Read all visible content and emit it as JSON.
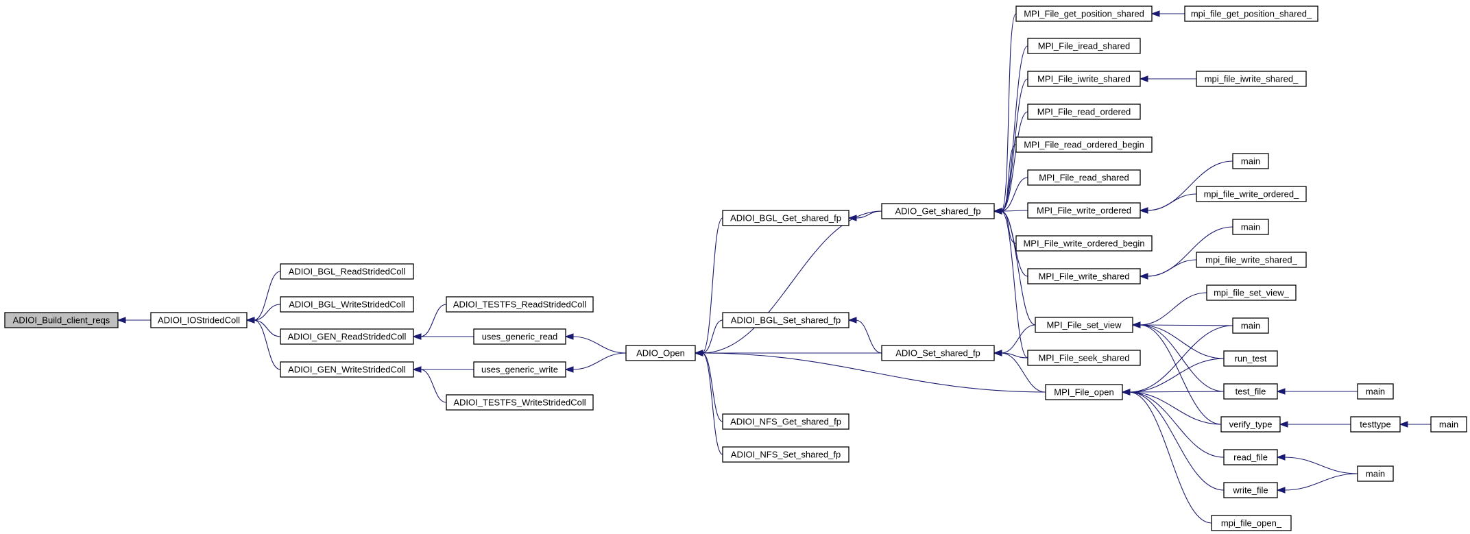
{
  "diagram": {
    "type": "call-graph",
    "colors": {
      "edge": "#191970",
      "node_border": "#000000",
      "node_fill": "#ffffff",
      "root_fill": "#bfbfbf"
    },
    "nodes": [
      {
        "id": "n0",
        "label": "ADIOI_Build_client_reqs",
        "root": true
      },
      {
        "id": "n1",
        "label": "ADIOI_IOStridedColl"
      },
      {
        "id": "n2",
        "label": "ADIOI_BGL_ReadStridedColl"
      },
      {
        "id": "n3",
        "label": "ADIOI_BGL_WriteStridedColl"
      },
      {
        "id": "n4",
        "label": "ADIOI_GEN_ReadStridedColl"
      },
      {
        "id": "n5",
        "label": "ADIOI_GEN_WriteStridedColl"
      },
      {
        "id": "n6",
        "label": "ADIOI_TESTFS_ReadStridedColl"
      },
      {
        "id": "n7",
        "label": "uses_generic_read"
      },
      {
        "id": "n8",
        "label": "uses_generic_write"
      },
      {
        "id": "n9",
        "label": "ADIOI_TESTFS_WriteStridedColl"
      },
      {
        "id": "n10",
        "label": "ADIO_Open"
      },
      {
        "id": "n11",
        "label": "ADIOI_BGL_Get_shared_fp"
      },
      {
        "id": "n12",
        "label": "ADIOI_BGL_Set_shared_fp"
      },
      {
        "id": "n13",
        "label": "ADIOI_NFS_Get_shared_fp"
      },
      {
        "id": "n14",
        "label": "ADIOI_NFS_Set_shared_fp"
      },
      {
        "id": "n15",
        "label": "ADIO_Get_shared_fp"
      },
      {
        "id": "n16",
        "label": "ADIO_Set_shared_fp"
      },
      {
        "id": "n17",
        "label": "MPI_File_get_position_shared"
      },
      {
        "id": "n18",
        "label": "MPI_File_iread_shared"
      },
      {
        "id": "n19",
        "label": "MPI_File_iwrite_shared"
      },
      {
        "id": "n20",
        "label": "MPI_File_read_ordered"
      },
      {
        "id": "n21",
        "label": "MPI_File_read_ordered_begin"
      },
      {
        "id": "n22",
        "label": "MPI_File_read_shared"
      },
      {
        "id": "n23",
        "label": "MPI_File_write_ordered"
      },
      {
        "id": "n24",
        "label": "MPI_File_write_ordered_begin"
      },
      {
        "id": "n25",
        "label": "MPI_File_write_shared"
      },
      {
        "id": "n26",
        "label": "MPI_File_set_view"
      },
      {
        "id": "n27",
        "label": "MPI_File_seek_shared"
      },
      {
        "id": "n28",
        "label": "MPI_File_open"
      },
      {
        "id": "n29",
        "label": "mpi_file_get_position_shared_"
      },
      {
        "id": "n30",
        "label": "mpi_file_iwrite_shared_"
      },
      {
        "id": "n31",
        "label": "main"
      },
      {
        "id": "n32",
        "label": "mpi_file_write_ordered_"
      },
      {
        "id": "n33",
        "label": "main"
      },
      {
        "id": "n34",
        "label": "mpi_file_write_shared_"
      },
      {
        "id": "n35",
        "label": "mpi_file_set_view_"
      },
      {
        "id": "n36",
        "label": "main"
      },
      {
        "id": "n37",
        "label": "run_test"
      },
      {
        "id": "n38",
        "label": "test_file"
      },
      {
        "id": "n39",
        "label": "verify_type"
      },
      {
        "id": "n40",
        "label": "read_file"
      },
      {
        "id": "n41",
        "label": "write_file"
      },
      {
        "id": "n42",
        "label": "mpi_file_open_"
      },
      {
        "id": "n43",
        "label": "main"
      },
      {
        "id": "n44",
        "label": "testtype"
      },
      {
        "id": "n45",
        "label": "main"
      },
      {
        "id": "n46",
        "label": "main"
      }
    ],
    "edges": [
      {
        "from": "n1",
        "to": "n0"
      },
      {
        "from": "n2",
        "to": "n1"
      },
      {
        "from": "n3",
        "to": "n1"
      },
      {
        "from": "n4",
        "to": "n1"
      },
      {
        "from": "n5",
        "to": "n1"
      },
      {
        "from": "n6",
        "to": "n4"
      },
      {
        "from": "n7",
        "to": "n4"
      },
      {
        "from": "n8",
        "to": "n5"
      },
      {
        "from": "n9",
        "to": "n5"
      },
      {
        "from": "n10",
        "to": "n7"
      },
      {
        "from": "n10",
        "to": "n8"
      },
      {
        "from": "n11",
        "to": "n10"
      },
      {
        "from": "n12",
        "to": "n10"
      },
      {
        "from": "n13",
        "to": "n10"
      },
      {
        "from": "n14",
        "to": "n10"
      },
      {
        "from": "n15",
        "to": "n10"
      },
      {
        "from": "n16",
        "to": "n10"
      },
      {
        "from": "n28",
        "to": "n10"
      },
      {
        "from": "n15",
        "to": "n11"
      },
      {
        "from": "n16",
        "to": "n12"
      },
      {
        "from": "n17",
        "to": "n15"
      },
      {
        "from": "n18",
        "to": "n15"
      },
      {
        "from": "n19",
        "to": "n15"
      },
      {
        "from": "n20",
        "to": "n15"
      },
      {
        "from": "n21",
        "to": "n15"
      },
      {
        "from": "n22",
        "to": "n15"
      },
      {
        "from": "n23",
        "to": "n15"
      },
      {
        "from": "n24",
        "to": "n15"
      },
      {
        "from": "n25",
        "to": "n15"
      },
      {
        "from": "n26",
        "to": "n15"
      },
      {
        "from": "n27",
        "to": "n15"
      },
      {
        "from": "n26",
        "to": "n16"
      },
      {
        "from": "n27",
        "to": "n16"
      },
      {
        "from": "n28",
        "to": "n16"
      },
      {
        "from": "n29",
        "to": "n17"
      },
      {
        "from": "n30",
        "to": "n19"
      },
      {
        "from": "n31",
        "to": "n23"
      },
      {
        "from": "n32",
        "to": "n23"
      },
      {
        "from": "n33",
        "to": "n25"
      },
      {
        "from": "n34",
        "to": "n25"
      },
      {
        "from": "n35",
        "to": "n26"
      },
      {
        "from": "n36",
        "to": "n26"
      },
      {
        "from": "n37",
        "to": "n26"
      },
      {
        "from": "n38",
        "to": "n26"
      },
      {
        "from": "n39",
        "to": "n26"
      },
      {
        "from": "n36",
        "to": "n28"
      },
      {
        "from": "n37",
        "to": "n28"
      },
      {
        "from": "n38",
        "to": "n28"
      },
      {
        "from": "n39",
        "to": "n28"
      },
      {
        "from": "n40",
        "to": "n28"
      },
      {
        "from": "n41",
        "to": "n28"
      },
      {
        "from": "n42",
        "to": "n28"
      },
      {
        "from": "n43",
        "to": "n38"
      },
      {
        "from": "n44",
        "to": "n39"
      },
      {
        "from": "n45",
        "to": "n44"
      },
      {
        "from": "n46",
        "to": "n40"
      },
      {
        "from": "n46",
        "to": "n41"
      }
    ]
  }
}
